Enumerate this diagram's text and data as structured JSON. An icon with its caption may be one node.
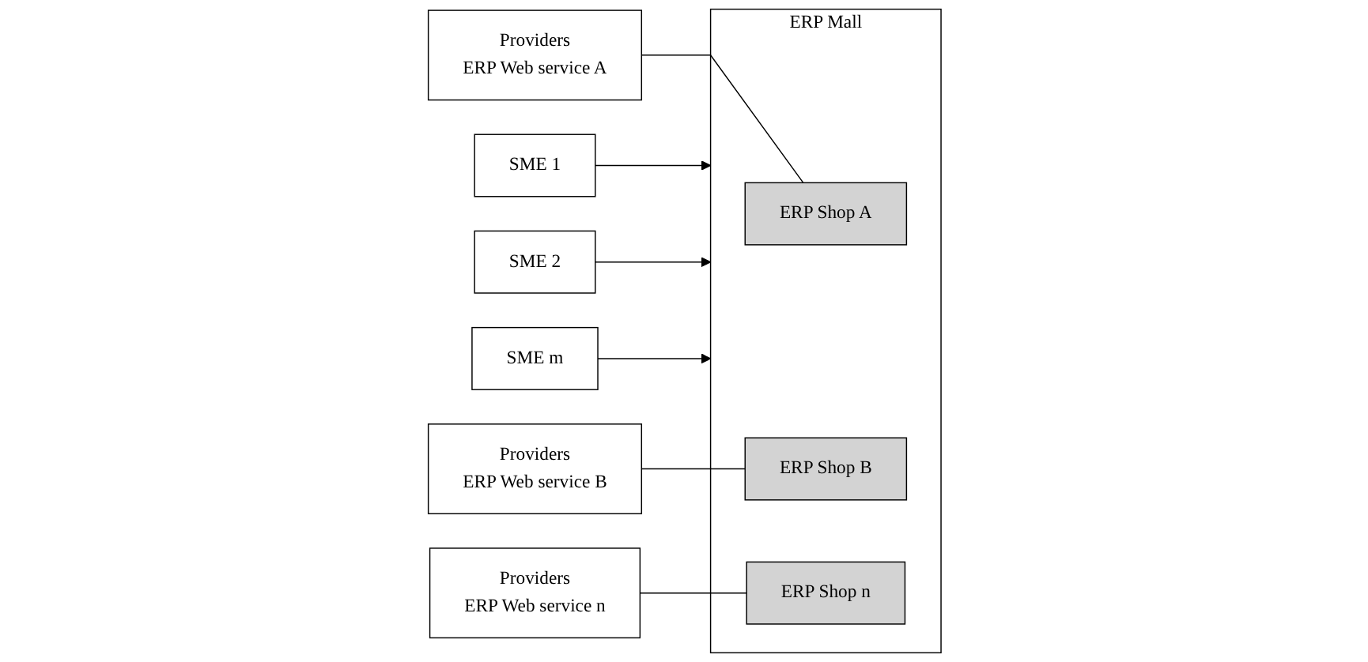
{
  "diagram": {
    "nodes": [
      {
        "text": [
          "Providers",
          "ERP Web service A"
        ]
      },
      {
        "text": [
          "Providers",
          "ERP Web service B"
        ]
      },
      {
        "text": [
          "Providers",
          "ERP Web service n"
        ]
      },
      {
        "text": [
          "ERP Mall"
        ]
      },
      {
        "text": [
          "ERP Shop A"
        ],
        "in": 3
      },
      {
        "text": [
          "ERP Shop B"
        ],
        "in": 3
      },
      {
        "text": [
          "ERP Shop n"
        ],
        "in": 3
      },
      {
        "text": [
          "SME 1"
        ]
      },
      {
        "text": [
          "SME 2"
        ]
      },
      {
        "text": [
          "SME m"
        ]
      }
    ],
    "edges": [
      {
        "from": 0,
        "to": 4,
        "arrow": "none"
      },
      {
        "from": 1,
        "to": 5,
        "arrow": "none"
      },
      {
        "from": 2,
        "to": 6,
        "arrow": "none"
      },
      {
        "from": 7,
        "to": 3,
        "arrow": "to"
      },
      {
        "from": 8,
        "to": 3,
        "arrow": "to"
      },
      {
        "from": 9,
        "to": 3,
        "arrow": "to"
      }
    ]
  }
}
